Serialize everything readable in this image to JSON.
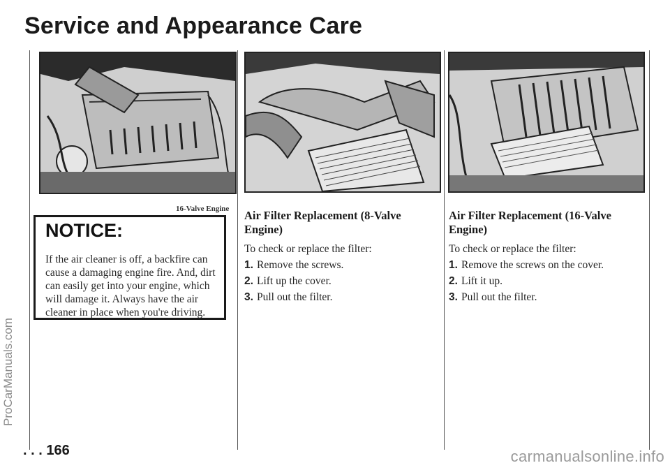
{
  "page": {
    "title": "Service and Appearance Care",
    "page_number": ". . . 166"
  },
  "images": {
    "caption_1": "16-Valve Engine"
  },
  "notice": {
    "heading": "NOTICE:",
    "body": "If the air cleaner is off, a backfire can cause a damaging engine fire. And, dirt can easily get into your engine, which will damage it. Always have the air cleaner in place when you're driving."
  },
  "section_8_valve": {
    "heading": "Air Filter Replacement (8-Valve Engine)",
    "intro": "To check or replace the filter:",
    "steps": [
      {
        "num": "1.",
        "text": "Remove the screws."
      },
      {
        "num": "2.",
        "text": "Lift up the cover."
      },
      {
        "num": "3.",
        "text": "Pull out the filter."
      }
    ]
  },
  "section_16_valve": {
    "heading": "Air Filter Replacement (16-Valve Engine)",
    "intro": "To check or replace the filter:",
    "steps": [
      {
        "num": "1.",
        "text": "Remove the screws on the cover."
      },
      {
        "num": "2.",
        "text": "Lift it up."
      },
      {
        "num": "3.",
        "text": "Pull out the filter."
      }
    ]
  },
  "watermarks": {
    "side": "ProCarManuals.com",
    "bottom": "carmanualsonline.info"
  }
}
